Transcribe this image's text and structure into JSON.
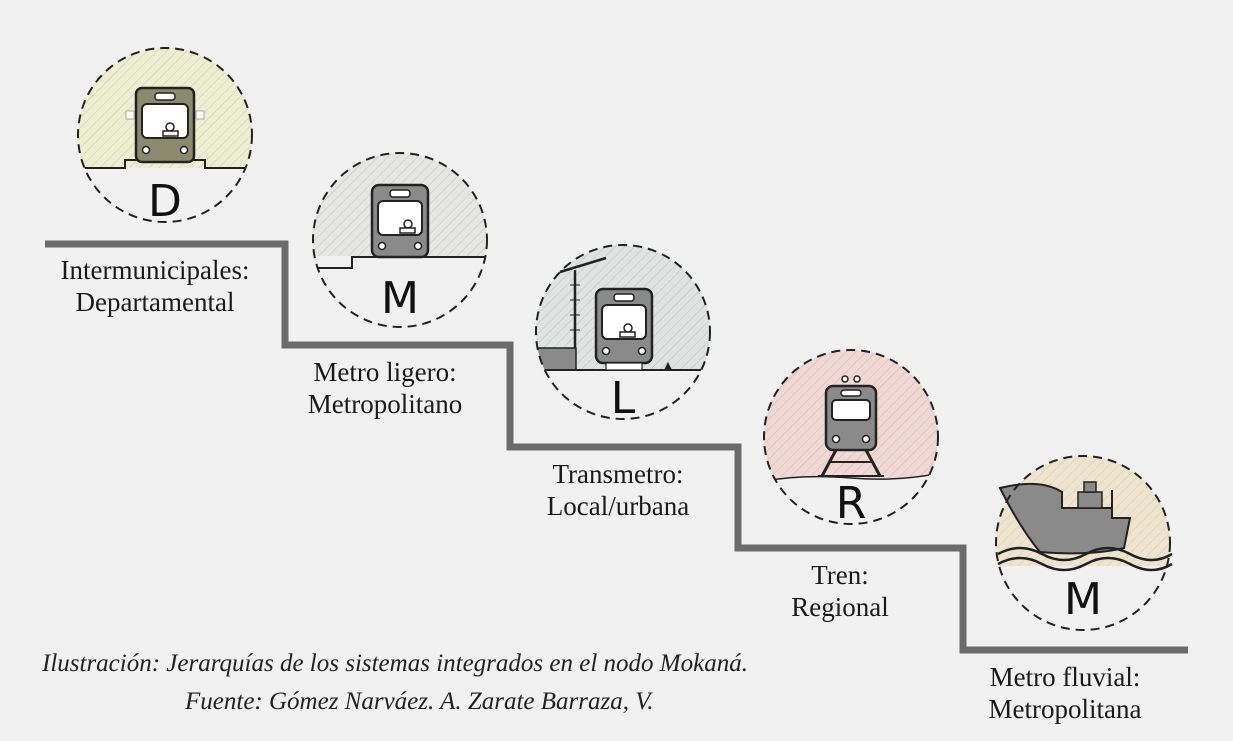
{
  "levels": [
    {
      "letter": "D",
      "title": "Intermunicipales:",
      "subtitle": "Departamental",
      "tint": "#eeeed0",
      "vehicle": "bus-icon"
    },
    {
      "letter": "M",
      "title": "Metro ligero:",
      "subtitle": "Metropolitano",
      "tint": "#e6e6e2",
      "vehicle": "light-rail-icon"
    },
    {
      "letter": "L",
      "title": "Transmetro:",
      "subtitle": "Local/urbana",
      "tint": "#dfe4e2",
      "vehicle": "brt-bus-icon"
    },
    {
      "letter": "R",
      "title": "Tren:",
      "subtitle": "Regional",
      "tint": "#f0d8d4",
      "vehicle": "train-icon"
    },
    {
      "letter": "M",
      "title": "Metro fluvial:",
      "subtitle": "Metropolitana",
      "tint": "#eee4d0",
      "vehicle": "ship-icon"
    }
  ],
  "caption": {
    "line1": "Ilustración: Jerarquías de los sistemas integrados en el nodo Mokaná.",
    "line2": "Fuente: Gómez Narváez. A. Zarate Barraza, V."
  }
}
